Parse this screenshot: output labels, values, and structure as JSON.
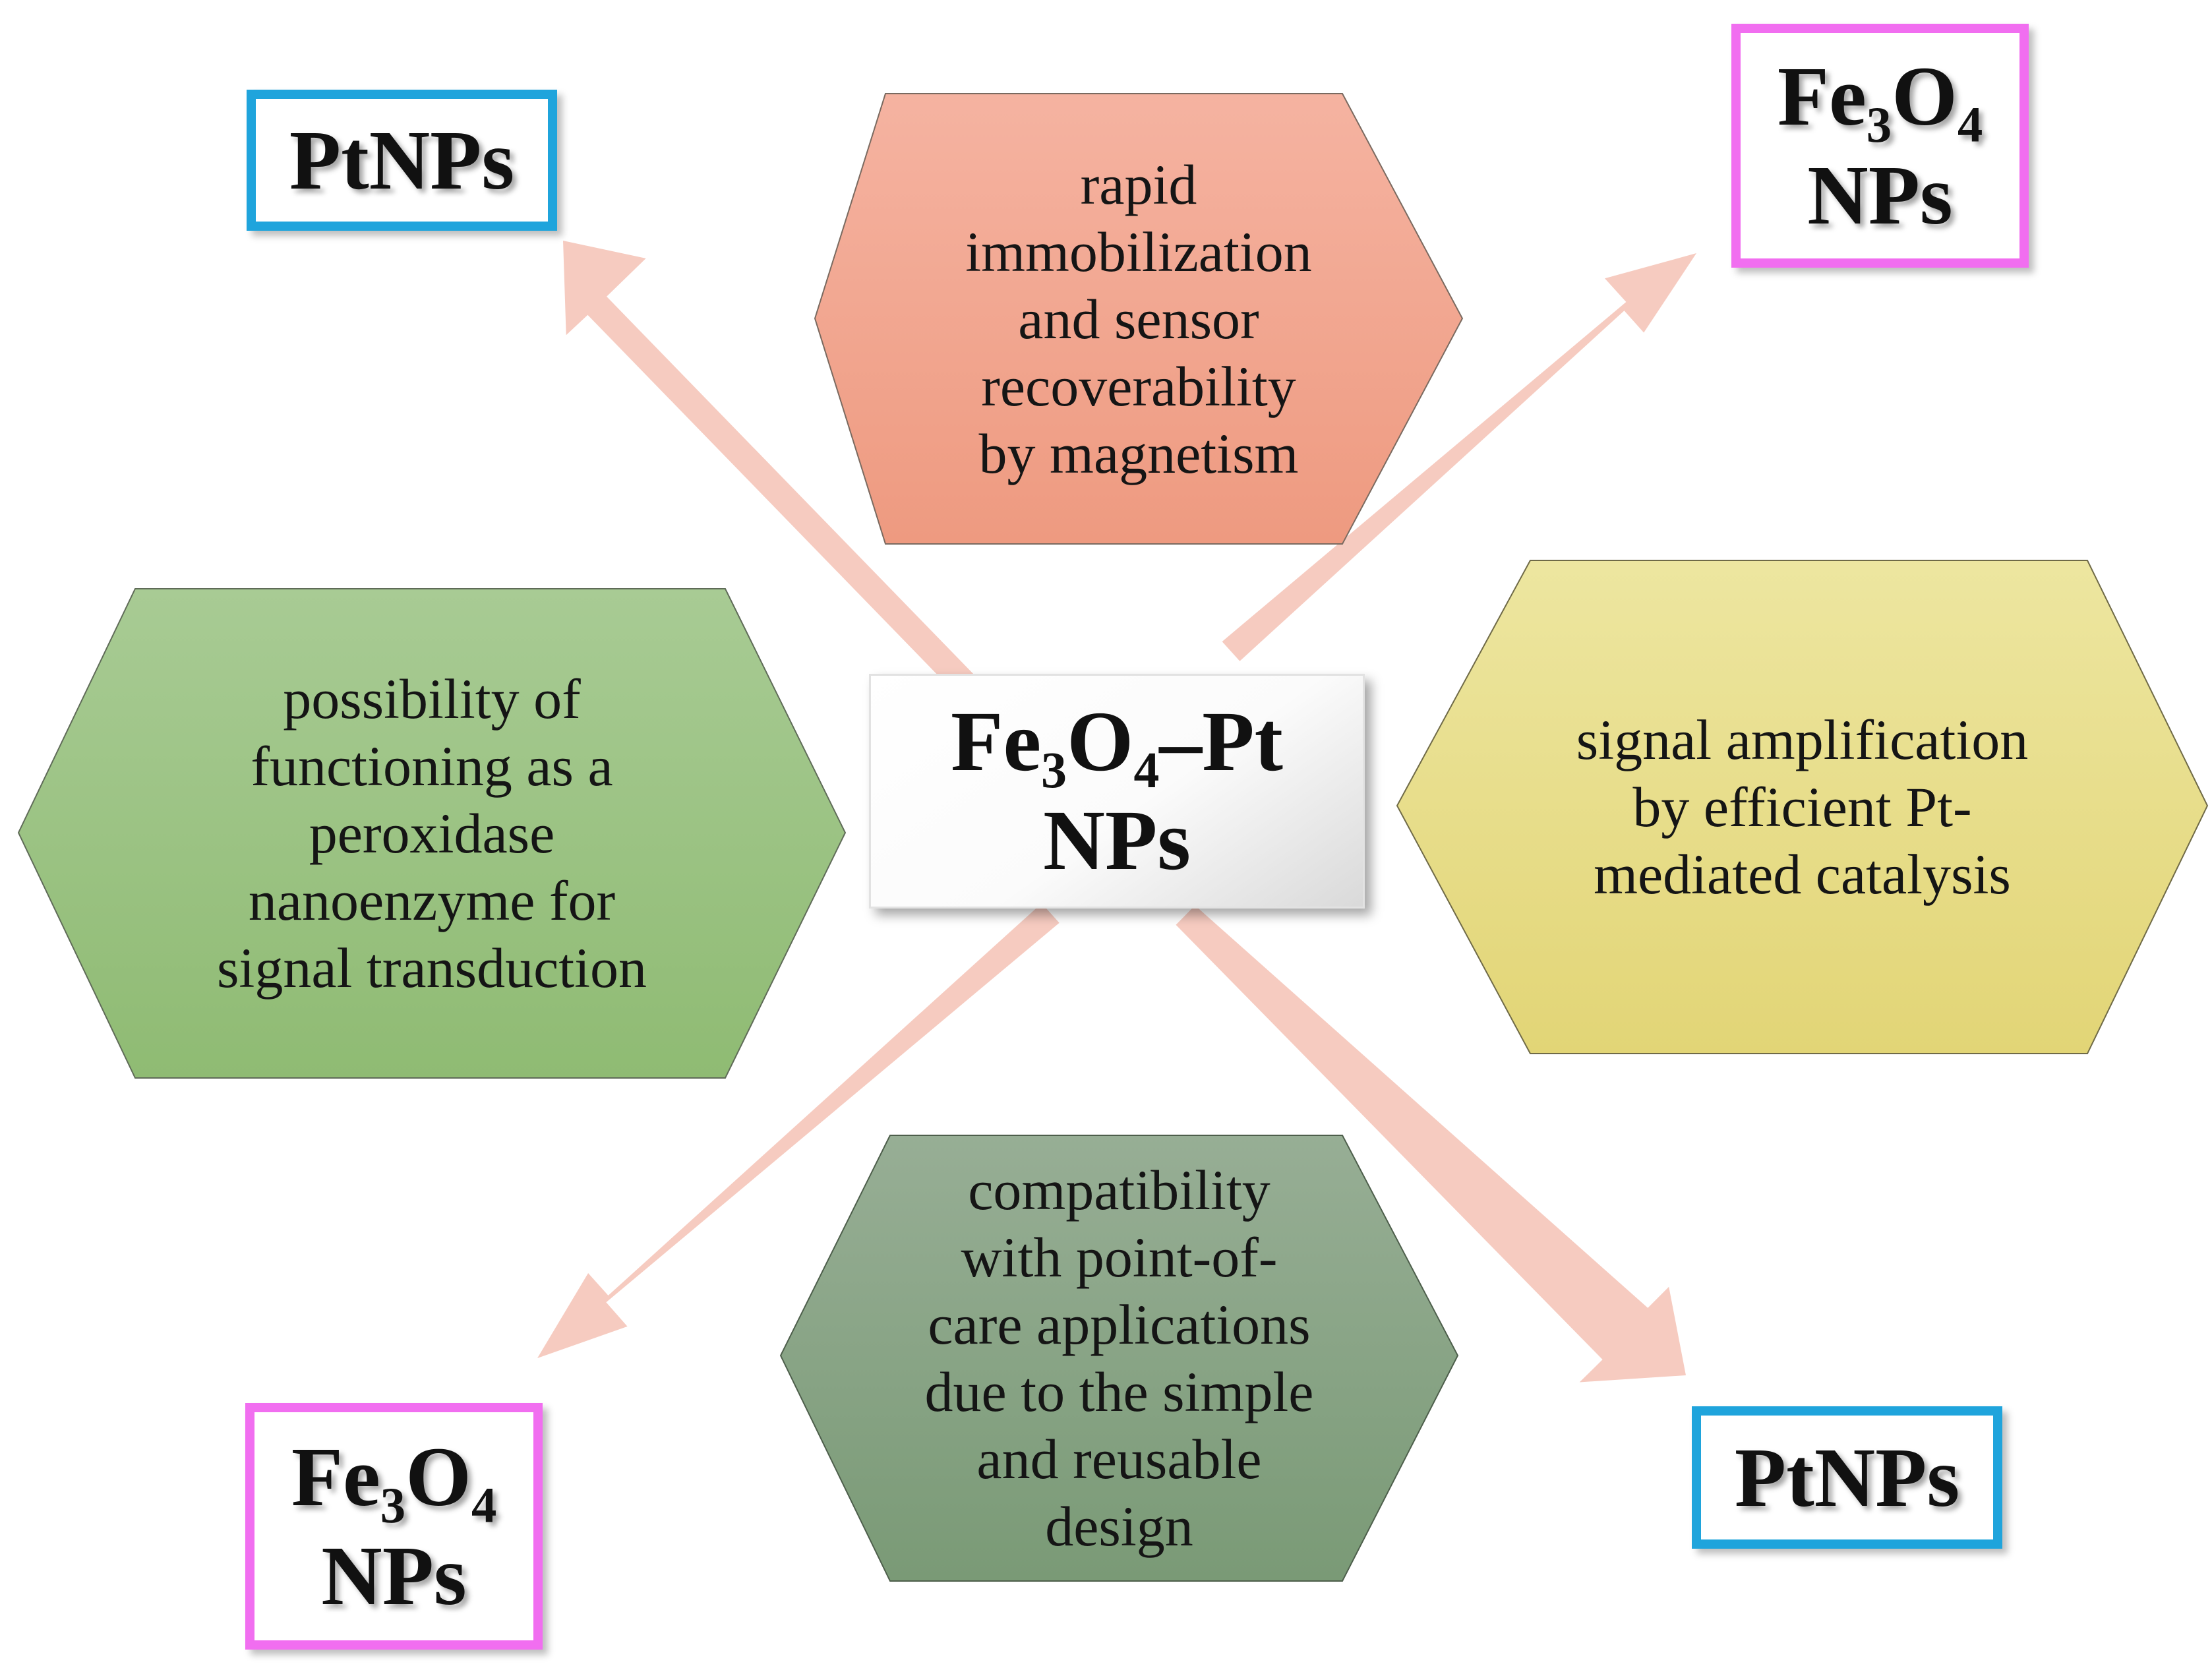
{
  "colors": {
    "arrow": "#f6cbc0",
    "hex_top": "#f2a58e",
    "hex_left": "#98c07e",
    "hex_right": "#e7dc85",
    "hex_bottom": "#86a283",
    "box_blue_border": "#1fa4dc",
    "box_pink_border": "#f16ef0"
  },
  "center": {
    "line1": "Fe₃O₄–Pt",
    "line2": "NPs"
  },
  "corners": {
    "top_left": {
      "line1": "PtNPs"
    },
    "top_right": {
      "line1": "Fe₃O₄",
      "line2": "NPs"
    },
    "bottom_left": {
      "line1": "Fe₃O₄",
      "line2": "NPs"
    },
    "bottom_right": {
      "line1": "PtNPs"
    }
  },
  "hexagons": {
    "top": [
      "rapid",
      "immobilization",
      "and sensor",
      "recoverability",
      "by magnetism"
    ],
    "left": [
      "possibility of",
      "functioning as a",
      "peroxidase",
      "nanoenzyme for",
      "signal transduction"
    ],
    "right": [
      "signal amplification",
      "by efficient Pt-",
      "mediated catalysis"
    ],
    "bottom": [
      "compatibility",
      "with point-of-",
      "care applications",
      "due to the simple",
      "and reusable",
      "design"
    ]
  }
}
